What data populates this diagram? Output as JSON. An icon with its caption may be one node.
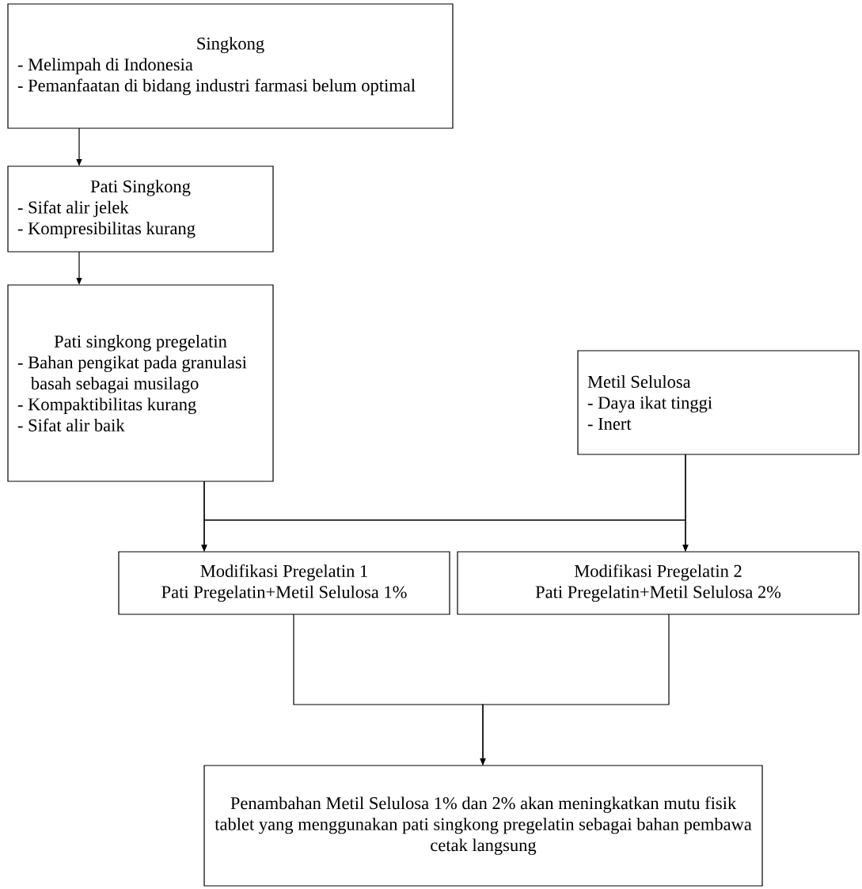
{
  "diagram": {
    "nodes": [
      {
        "text": [
          "Singkong",
          "- Melimpah di Indonesia",
          "- Pemanfaatan di bidang industri farmasi belum optimal"
        ]
      },
      {
        "text": [
          "Pati Singkong",
          "- Sifat alir jelek",
          "- Kompresibilitas kurang"
        ]
      },
      {
        "text": [
          "Pati singkong pregelatin",
          "- Bahan pengikat pada granulasi basah sebagai musilago",
          "- Kompaktibilitas kurang",
          "- Sifat alir baik"
        ]
      },
      {
        "text": [
          "Metil Selulosa",
          "- Daya ikat tinggi",
          "- Inert"
        ]
      },
      {
        "text": [
          "Modifikasi Pregelatin 1",
          "Pati Pregelatin+Metil Selulosa 1%"
        ]
      },
      {
        "text": [
          "Modifikasi Pregelatin 2",
          "Pati Pregelatin+Metil Selulosa 2%"
        ]
      },
      {
        "text": [
          "Penambahan Metil Selulosa 1% dan 2% akan meningkatkan mutu fisik tablet yang menggunakan pati singkong pregelatin sebagai bahan pembawa cetak langsung"
        ]
      }
    ],
    "edges": [
      {
        "from": 0,
        "to": 1,
        "arrow": "to"
      },
      {
        "from": 1,
        "to": 2,
        "arrow": "to"
      },
      {
        "from": 2,
        "to": 4,
        "arrow": "to"
      },
      {
        "from": 2,
        "to": 5,
        "arrow": "to"
      },
      {
        "from": 3,
        "to": 4,
        "arrow": "to"
      },
      {
        "from": 3,
        "to": 5,
        "arrow": "to"
      },
      {
        "from": 4,
        "to": 6,
        "arrow": "to"
      },
      {
        "from": 5,
        "to": 6,
        "arrow": "to"
      }
    ]
  }
}
